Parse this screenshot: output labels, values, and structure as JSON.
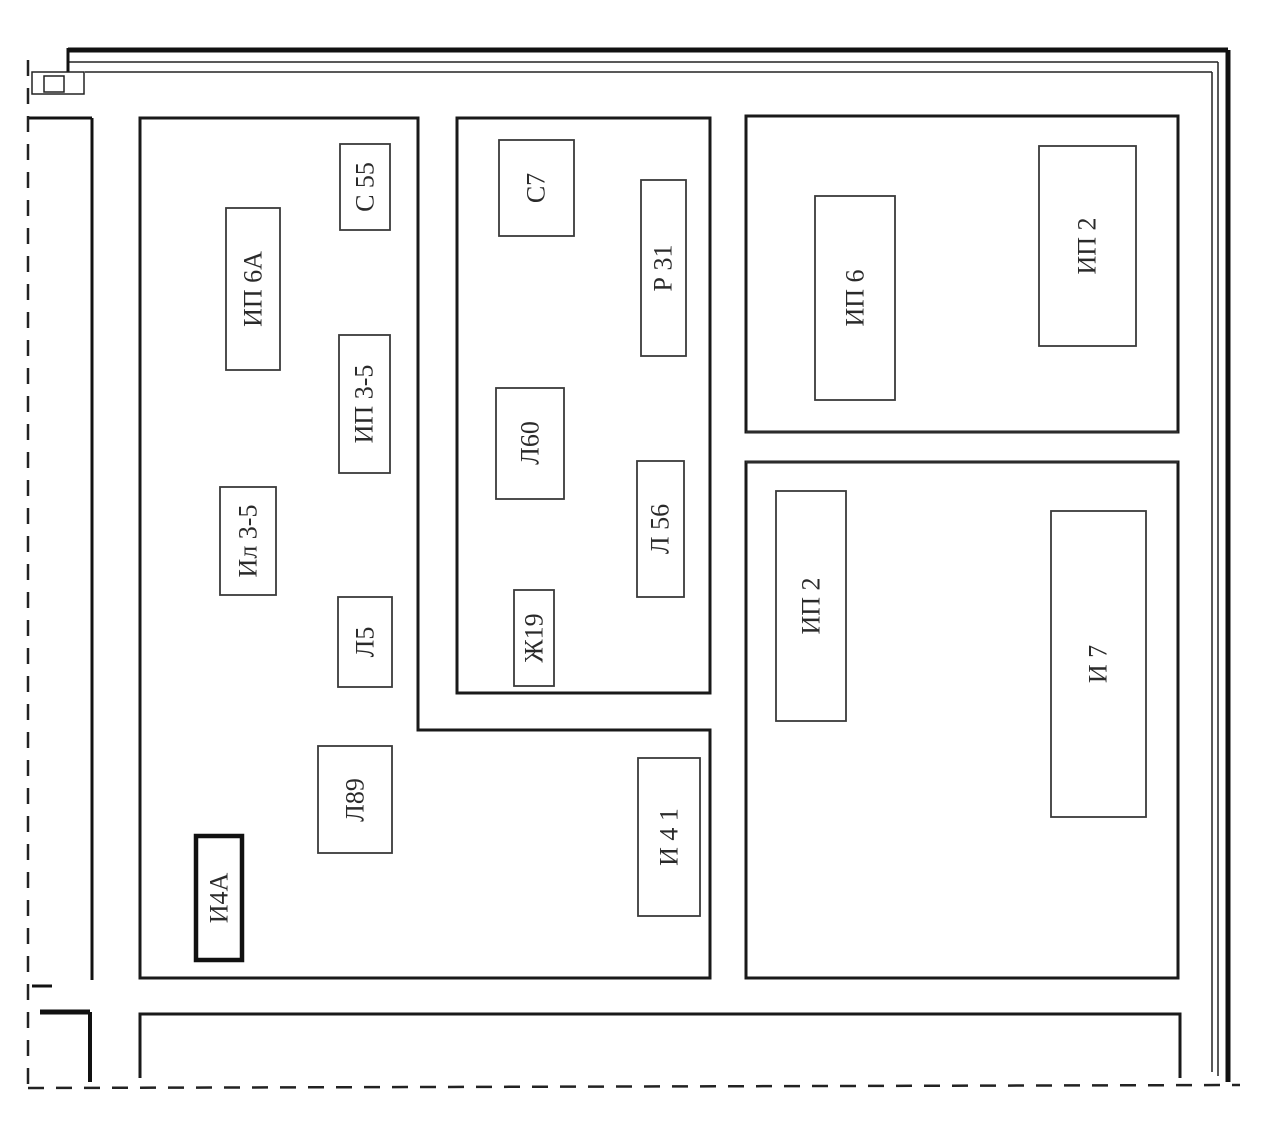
{
  "blocks": [
    {
      "id": "c55",
      "label": "С 55"
    },
    {
      "id": "ip6a",
      "label": "ИП 6А"
    },
    {
      "id": "ip35",
      "label": "ИП 3-5"
    },
    {
      "id": "il35",
      "label": "Ил 3-5"
    },
    {
      "id": "l5",
      "label": "Л5"
    },
    {
      "id": "l89",
      "label": "Л89"
    },
    {
      "id": "i4a",
      "label": "И4А"
    },
    {
      "id": "c7",
      "label": "С7"
    },
    {
      "id": "r31",
      "label": "Р 31"
    },
    {
      "id": "l60",
      "label": "Л60"
    },
    {
      "id": "l56",
      "label": "Л 56"
    },
    {
      "id": "zh19",
      "label": "Ж19"
    },
    {
      "id": "i41",
      "label": "И 4 1"
    },
    {
      "id": "ip6",
      "label": "ИП 6"
    },
    {
      "id": "ip2a",
      "label": "ИП 2"
    },
    {
      "id": "ip2b",
      "label": "ИП 2"
    },
    {
      "id": "i7",
      "label": "И 7"
    }
  ]
}
